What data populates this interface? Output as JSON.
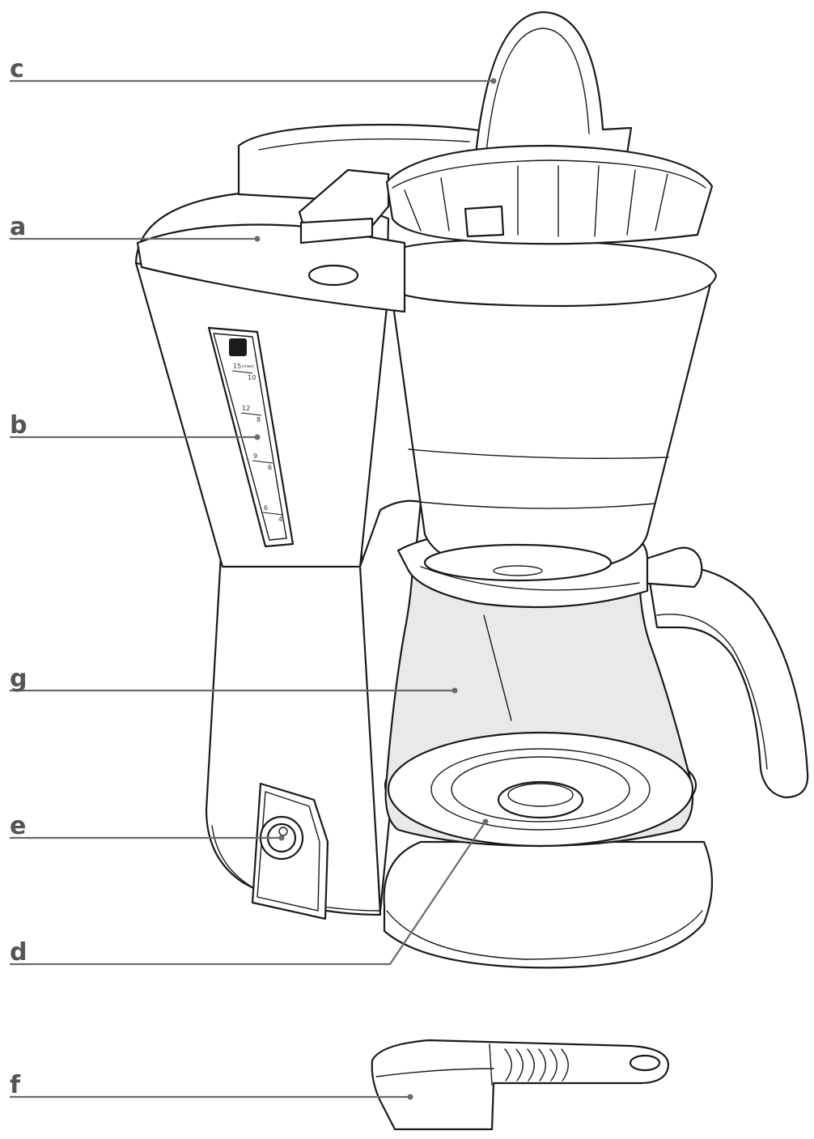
{
  "callouts": [
    {
      "id": "c",
      "letter": "c"
    },
    {
      "id": "a",
      "letter": "a"
    },
    {
      "id": "b",
      "letter": "b"
    },
    {
      "id": "g",
      "letter": "g"
    },
    {
      "id": "e",
      "letter": "e"
    },
    {
      "id": "d",
      "letter": "d"
    },
    {
      "id": "f",
      "letter": "f"
    }
  ],
  "water_scale": {
    "marks": [
      {
        "top": "15",
        "top_suffix": "(max)",
        "bottom": "10"
      },
      {
        "top": "12",
        "bottom": "8"
      },
      {
        "top": "9",
        "bottom": "6"
      },
      {
        "top": "6",
        "bottom": "4"
      }
    ]
  },
  "colors": {
    "line": "#1a1a1a",
    "leader": "#6b6b6b",
    "glass_fill": "#e9e9e9"
  }
}
